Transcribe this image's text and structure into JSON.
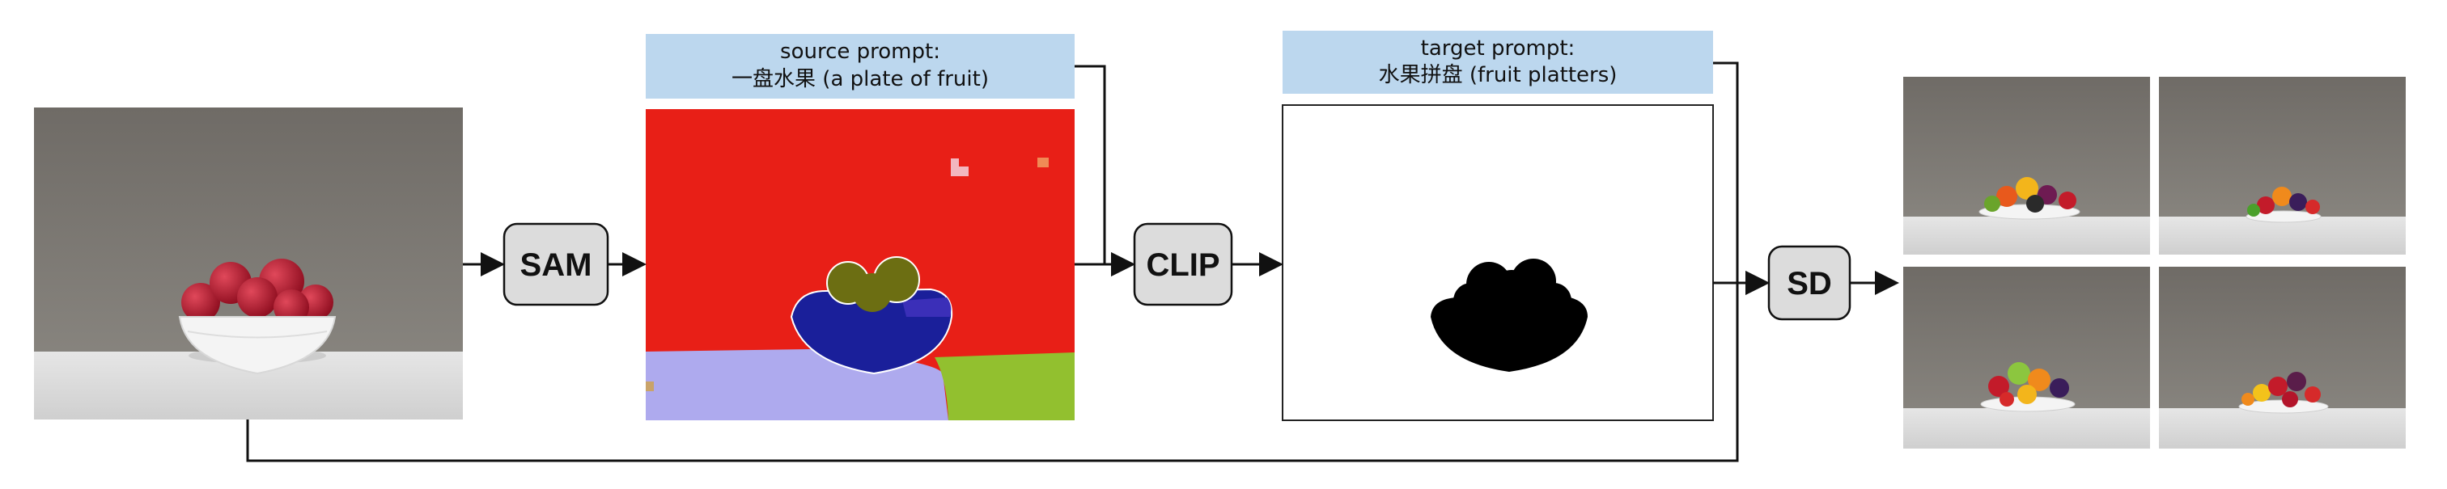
{
  "modules": {
    "sam": {
      "label": "SAM"
    },
    "clip": {
      "label": "CLIP"
    },
    "sd": {
      "label": "SD"
    }
  },
  "source_prompt": {
    "line1": "source prompt:",
    "line2": "一盘水果 (a plate of fruit)"
  },
  "target_prompt": {
    "line1": "target prompt:",
    "line2": "水果拼盘 (fruit platters)"
  },
  "colors": {
    "prompt_box": "#bcd7ee",
    "module_fill": "#dcdcdc",
    "seg_background": "#e81f17",
    "seg_table_left": "#aeaaee",
    "seg_table_right": "#92c02f",
    "seg_bowl": "#1a1f9a",
    "seg_fruit": "#6c6e12",
    "wall": "#7a7670",
    "table": "#dcdcdc",
    "apple": "#b3142a",
    "mask": "#000000"
  },
  "icons": {
    "input_photo": "bowl-of-red-apples-photo",
    "segmentation": "segmentation-map",
    "mask": "binary-mask",
    "outputs": "generated-fruit-platter-photos"
  }
}
